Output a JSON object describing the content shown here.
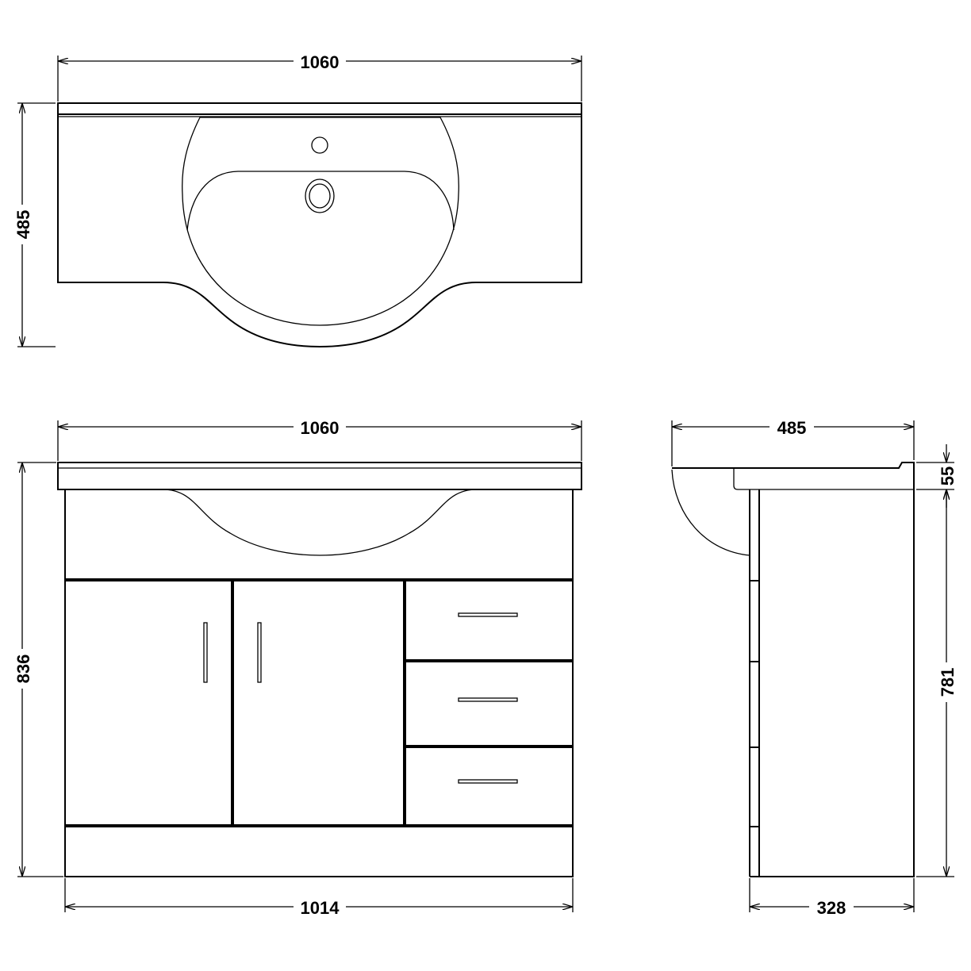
{
  "drawing": {
    "line_color": "#000000",
    "background": "#ffffff",
    "top_view": {
      "width_label": "1060",
      "depth_label": "485"
    },
    "front_view": {
      "width_label": "1060",
      "height_label": "836",
      "cabinet_width_label": "1014"
    },
    "side_view": {
      "depth_label": "485",
      "top_thickness_label": "55",
      "cabinet_height_label": "781",
      "cabinet_depth_label": "328"
    }
  }
}
